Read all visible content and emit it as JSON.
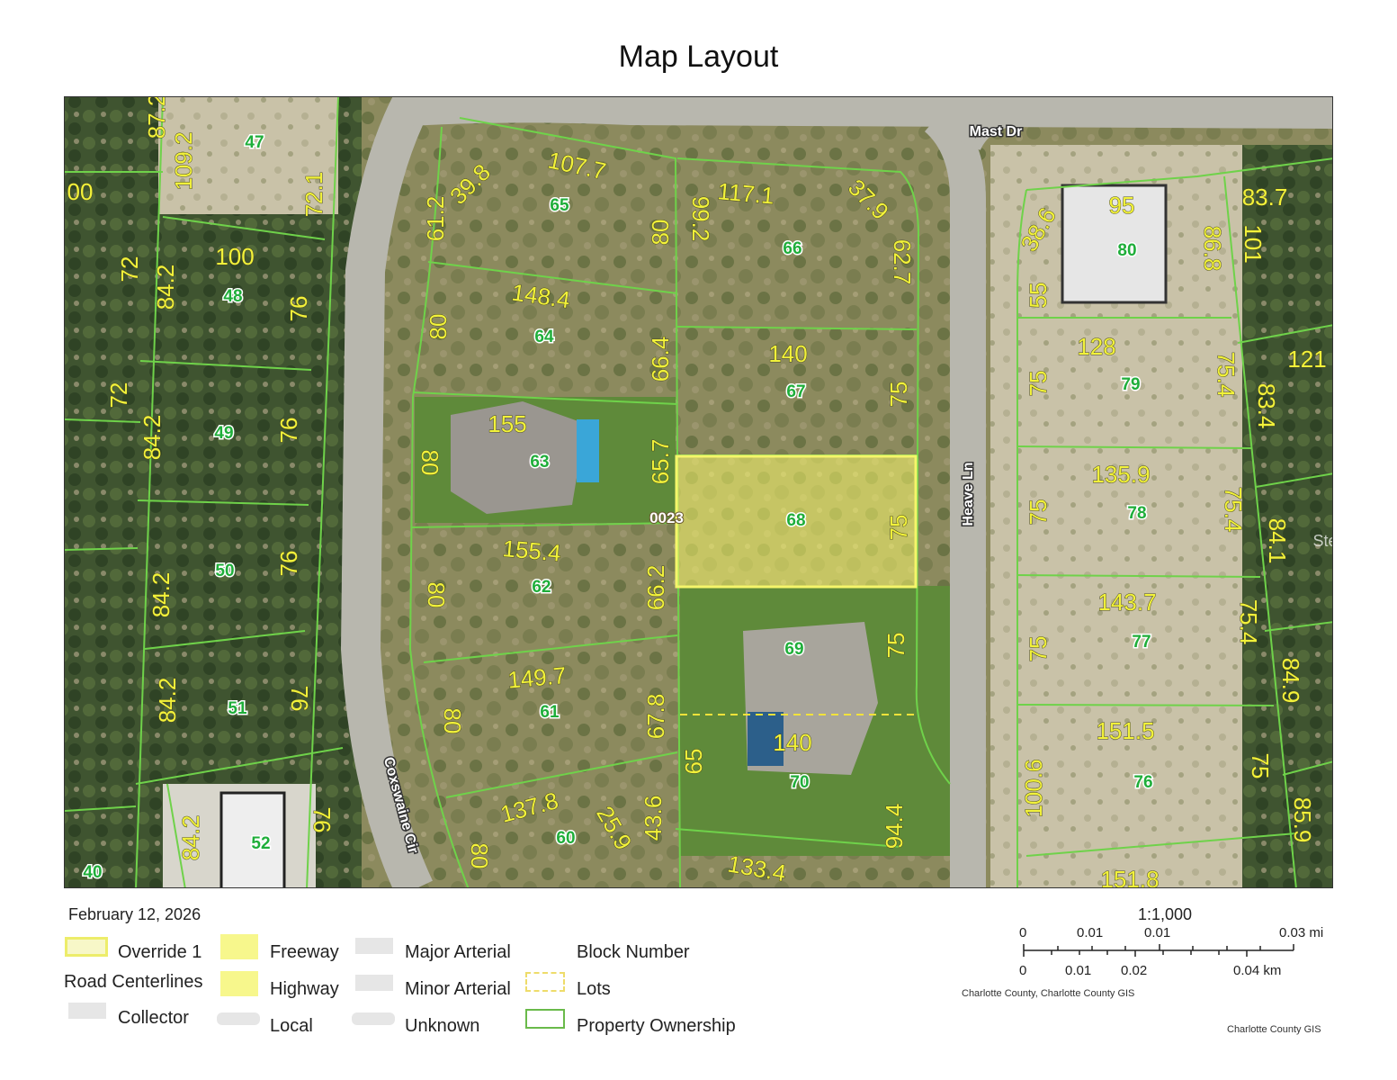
{
  "title": "Map Layout",
  "map": {
    "roads": [
      "Mast Dr",
      "Heave Ln",
      "Coxswaine Cir"
    ],
    "block_label": "0023",
    "watermark": "Stellar MLS",
    "lot_numbers": [
      "47",
      "65",
      "66",
      "48",
      "64",
      "67",
      "49",
      "63",
      "68",
      "50",
      "62",
      "69",
      "51",
      "61",
      "70",
      "52",
      "60",
      "40",
      "80",
      "79",
      "78",
      "77",
      "76"
    ],
    "dimensions": [
      "87.2",
      "109.2",
      "72.1",
      "00",
      "100",
      "72",
      "84.2",
      "76",
      "72",
      "84.2",
      "76",
      "84.2",
      "76",
      "84.2",
      "76",
      "84.2",
      "76",
      "39.8",
      "107.7",
      "61.2",
      "80",
      "148.4",
      "80",
      "66.4",
      "155",
      "80",
      "65.7",
      "155.4",
      "80",
      "66.2",
      "149.7",
      "80",
      "67.8",
      "137.8",
      "25.9",
      "65",
      "43.6",
      "80",
      "117.1",
      "37.9",
      "99.2",
      "62.7",
      "140",
      "75",
      "75",
      "75",
      "140",
      "94.4",
      "133.4",
      "95",
      "38.6",
      "86.8",
      "55",
      "83.7",
      "101",
      "128",
      "75",
      "75.4",
      "121",
      "83.4",
      "135.9",
      "75",
      "75.4",
      "84.1",
      "143.7",
      "75",
      "75.4",
      "84.9",
      "151.5",
      "100.6",
      "75",
      "85.9",
      "151.8"
    ],
    "highlighted_lot": "68",
    "colors": {
      "parcel_line": "#6fd24a",
      "dimension_text": "#f2f23a",
      "lot_number_text": "#1fae3a",
      "highlight": "#f5f56a"
    }
  },
  "legend": {
    "date": "February 12, 2026",
    "items": [
      {
        "label": "Override 1"
      },
      {
        "label": "Road Centerlines"
      },
      {
        "label": "Collector"
      },
      {
        "label": "Freeway"
      },
      {
        "label": "Highway"
      },
      {
        "label": "Local"
      },
      {
        "label": "Major Arterial"
      },
      {
        "label": "Minor Arterial"
      },
      {
        "label": "Unknown"
      },
      {
        "label": "Block Number"
      },
      {
        "label": "Lots"
      },
      {
        "label": "Property Ownership"
      }
    ]
  },
  "scale": {
    "ratio": "1:1,000",
    "mi_labels": [
      "0",
      "0.01",
      "0.01",
      "0.03 mi"
    ],
    "km_labels": [
      "0",
      "0.01",
      "0.02",
      "0.04 km"
    ],
    "attribution": "Charlotte County, Charlotte County GIS",
    "credit": "Charlotte County GIS"
  }
}
